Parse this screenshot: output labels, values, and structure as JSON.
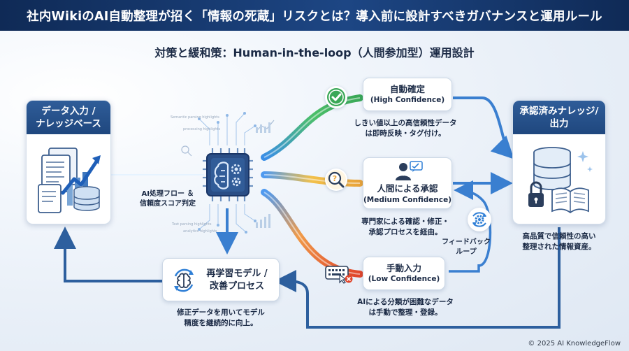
{
  "header": {
    "title": "社内WikiのAI自動整理が招く「情報の死蔵」リスクとは？導入前に設計すべきガバナンスと運用ルール"
  },
  "subtitle": "対策と緩和策：Human-in-the-loop（人間参加型）運用設計",
  "input_card": {
    "title_line1": "データ入力 /",
    "title_line2": "ナレッジベース"
  },
  "processing": {
    "label_line1": "AI処理フロー ＆",
    "label_line2": "信頼度スコア判定"
  },
  "auto_confirm": {
    "title": "自動確定",
    "confidence": "(High Confidence)",
    "note_line1": "しきい値以上の高信頼性データ",
    "note_line2": "は即時反映・タグ付け。"
  },
  "human_approval": {
    "title": "人間による承認",
    "confidence": "(Medium Confidence)",
    "note_line1": "専門家による確認・修正・",
    "note_line2": "承認プロセスを経由。"
  },
  "manual_input": {
    "title": "手動入力",
    "confidence": "(Low Confidence)",
    "note_line1": "AIによる分類が困難なデータ",
    "note_line2": "は手動で整理・登録。"
  },
  "output_card": {
    "title_line1": "承認済みナレッジ/",
    "title_line2": "出力",
    "note_line1": "高品質で信頼性の高い",
    "note_line2": "整理された情報資産。"
  },
  "feedback": {
    "line1": "フィードバック",
    "line2": "ループ"
  },
  "retrain": {
    "title_line1": "再学習モデル /",
    "title_line2": "改善プロセス",
    "note_line1": "修正データを用いてモデル",
    "note_line2": "精度を継続的に向上。"
  },
  "decor_text": {
    "t1": "Semantic parsing highlights",
    "t2": "processing highlights",
    "t3": "Text parsing highlights",
    "t4": "analytics highlights"
  },
  "footer": "© 2025 AI KnowledgeFlow",
  "colors": {
    "navy": "#1b3a6b",
    "green": "#3aa857",
    "amber": "#e8a33a",
    "red": "#e0452b",
    "blue": "#2f7fd6"
  }
}
